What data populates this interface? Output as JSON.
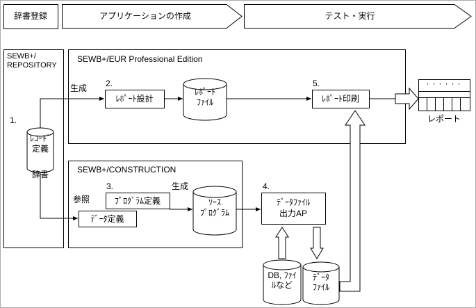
{
  "banner": {
    "step1": "辞書登録",
    "step2": "アプリケーションの作成",
    "step3": "テスト・実行"
  },
  "repository": {
    "title_line1": "SEWB+/",
    "title_line2": "REPOSITORY",
    "step_no": "1.",
    "dict_cyl_line1": "ﾚｺｰﾄﾞ",
    "dict_cyl_line2": "定義",
    "dict_caption": "辞書"
  },
  "eur": {
    "title": "SEWB+/EUR Professional Edition",
    "generate_label": "生成",
    "design_step_no": "2.",
    "report_design": "ﾚﾎﾟｰﾄ設計",
    "report_file_line1": "ﾚﾎﾟｰﾄ",
    "report_file_line2": "ﾌｧｲﾙ",
    "print_step_no": "5.",
    "report_print": "ﾚﾎﾟｰﾄ印刷"
  },
  "construction": {
    "title": "SEWB+/CONSTRUCTION",
    "reference_label": "参照",
    "step_no": "3.",
    "program_def": "ﾌﾟﾛｸﾞﾗﾑ定義",
    "data_def": "ﾃﾞｰﾀ定義",
    "generate_label": "生成",
    "source_cyl_line1": "ｿｰｽ",
    "source_cyl_line2": "ﾌﾟﾛｸﾞﾗﾑ"
  },
  "output_ap": {
    "step_no": "4.",
    "box_line1": "ﾃﾞｰﾀﾌｧｲﾙ",
    "box_line2": "出力AP",
    "db_cyl_line1": "DB, ﾌｧｲ",
    "db_cyl_line2": "ﾙなど",
    "datafile_cyl_line1": "ﾃﾞｰﾀ",
    "datafile_cyl_line2": "ﾌｧｲﾙ"
  },
  "report_output": {
    "dots": "・・・・・・",
    "caption": "レポート"
  }
}
